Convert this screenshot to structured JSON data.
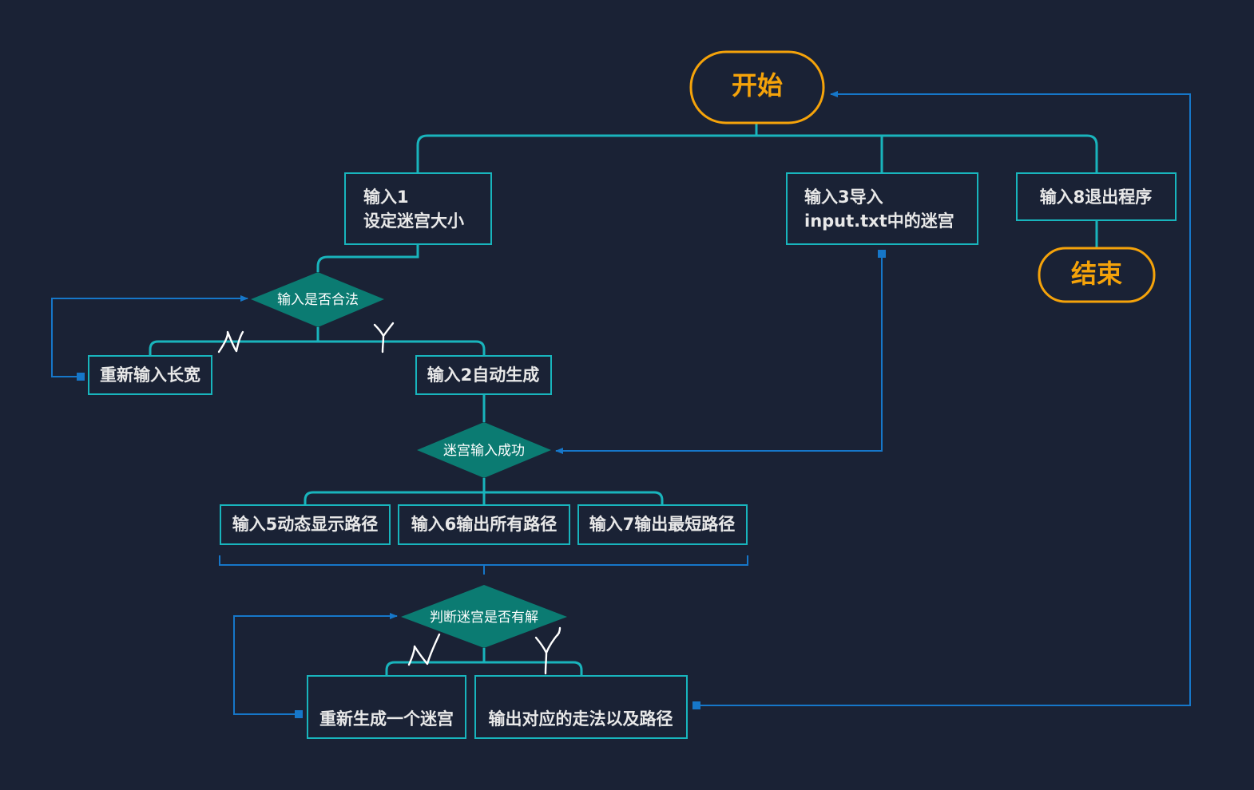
{
  "colors": {
    "background": "#1a2235",
    "box_border": "#18b5bd",
    "trunk_line": "#19b4bc",
    "loop_line": "#1677c9",
    "diamond_fill": "#0b7b72",
    "terminal_border": "#f5a30a",
    "terminal_text": "#f5a30a",
    "box_text": "#e8e8e8",
    "handwriting": "#ffffff"
  },
  "terminals": {
    "start": "开始",
    "end": "结束"
  },
  "boxes": {
    "input1": [
      "输入1",
      "设定迷宫大小"
    ],
    "input3": [
      "输入3导入",
      "input.txt中的迷宫"
    ],
    "input8": "输入8退出程序",
    "reenter": "重新输入长宽",
    "input2": "输入2自动生成",
    "input5": "输入5动态显示路径",
    "input6": "输入6输出所有路径",
    "input7": "输入7输出最短路径",
    "regen": "重新生成一个迷宫",
    "output": "输出对应的走法以及路径"
  },
  "decisions": {
    "valid_input": "输入是否合法",
    "maze_success": "迷宫输入成功",
    "solvable": "判断迷宫是否有解"
  },
  "branch_marks": {
    "no_1": "N",
    "yes_1": "Y",
    "no_2": "N",
    "yes_2": "Y'"
  }
}
